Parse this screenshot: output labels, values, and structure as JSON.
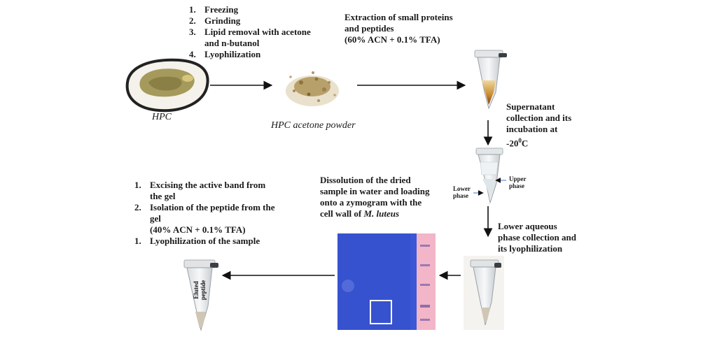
{
  "steps_top": [
    {
      "n": "1.",
      "text": "Freezing"
    },
    {
      "n": "2.",
      "text": "Grinding"
    },
    {
      "n": "3.",
      "text": "Lipid removal with acetone"
    },
    {
      "n": "",
      "text": "and n-butanol"
    },
    {
      "n": "4.",
      "text": "Lyophilization"
    }
  ],
  "hpc_label": "HPC",
  "powder_label": "HPC acetone powder",
  "extraction": {
    "line1": "Extraction of small proteins",
    "line2": "and peptides",
    "line3": "(60% ACN + 0.1% TFA)"
  },
  "supernatant": {
    "line1": "Supernatant",
    "line2": "collection and its",
    "line3": "incubation at",
    "temp_prefix": "-20",
    "temp_sup": "0",
    "temp_suffix": "C"
  },
  "phases": {
    "upper1": "Upper",
    "upper2": "phase",
    "lower1": "Lower",
    "lower2": "phase"
  },
  "lower_aqueous": {
    "line1": "Lower aqueous",
    "line2": "phase collection and",
    "line3": "its lyophilization"
  },
  "dissolution": {
    "line1": "Dissolution of the dried",
    "line2": "sample in water and loading",
    "line3": "onto a zymogram with the",
    "line4_prefix": "cell wall of ",
    "line4_italic": "M. luteus"
  },
  "steps_left": [
    {
      "n": "1.",
      "text": "Excising the active band from"
    },
    {
      "n": "",
      "text": "the gel"
    },
    {
      "n": "2.",
      "text": "Isolation of the peptide from the"
    },
    {
      "n": "",
      "text": "gel"
    },
    {
      "n": "",
      "text": "(40% ACN + 0.1% TFA)"
    },
    {
      "n": "1.",
      "text": "Lyophilization of the sample"
    }
  ],
  "tube_label": {
    "line1": "Eluted",
    "line2": "peptide"
  },
  "colors": {
    "gel": "#3b57d6",
    "ladder": "#f3b5c8",
    "arrow": "#111111"
  }
}
